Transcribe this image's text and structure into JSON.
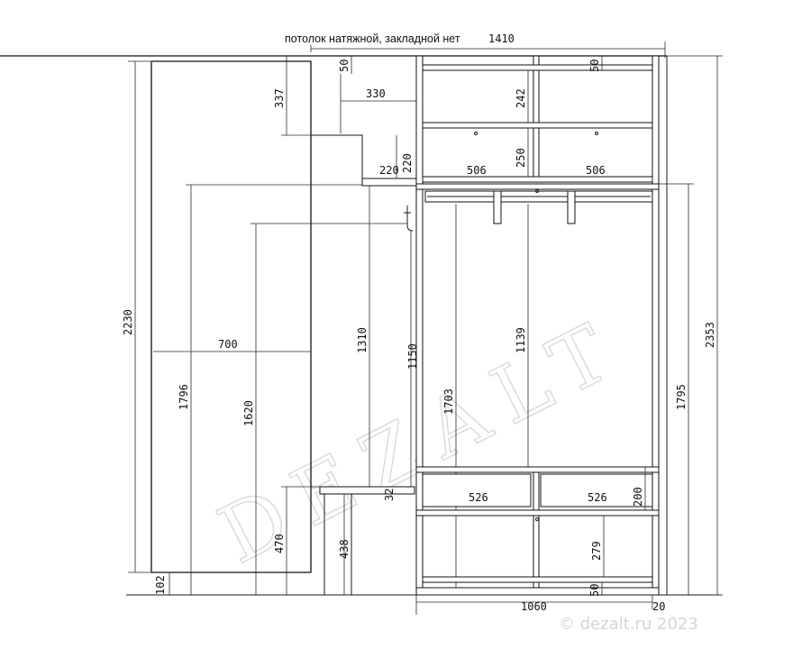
{
  "note": "потолок натяжной, закладной нет",
  "watermark": "DEZALT",
  "copyright": "© dezalt.ru 2023",
  "dims": {
    "total_width": "1410",
    "top_gap_left": "50",
    "top_gap_right": "50",
    "d337": "337",
    "d330": "330",
    "d242": "242",
    "d250": "250",
    "d220v": "220",
    "d220h": "220",
    "d506_left": "506",
    "d506_right": "506",
    "d2230": "2230",
    "d700": "700",
    "d1310": "1310",
    "d1150": "1150",
    "d1139": "1139",
    "d1703": "1703",
    "d1796": "1796",
    "d1620": "1620",
    "d1795": "1795",
    "d2353": "2353",
    "d32": "32",
    "d526_left": "526",
    "d526_right": "526",
    "d200": "200",
    "d470": "470",
    "d438": "438",
    "d279": "279",
    "d102": "102",
    "bottom_gap": "50",
    "d1060": "1060",
    "d20": "20"
  }
}
